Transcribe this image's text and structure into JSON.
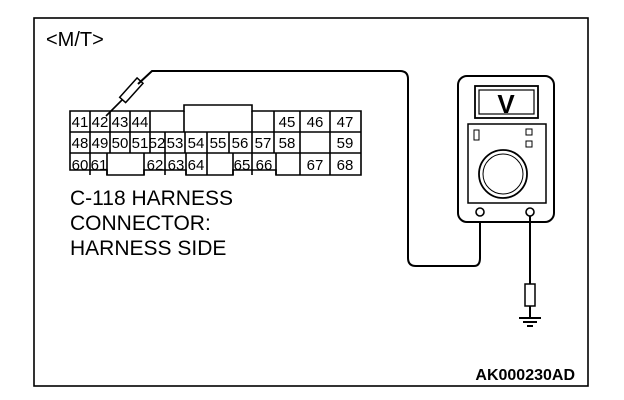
{
  "mode_label": "<M/T>",
  "connector": {
    "rows": [
      [
        "41",
        "42",
        "43",
        "44",
        "45",
        "46",
        "47"
      ],
      [
        "48",
        "49",
        "50",
        "51",
        "52",
        "53",
        "54",
        "55",
        "56",
        "57",
        "58",
        "59"
      ],
      [
        "60",
        "61",
        "62",
        "63",
        "64",
        "65",
        "66",
        "67",
        "68"
      ]
    ],
    "probe_pin": "42"
  },
  "caption_lines": [
    "C-118 HARNESS",
    "CONNECTOR:",
    "HARNESS SIDE"
  ],
  "meter": {
    "display_symbol": "V"
  },
  "figure_code": "AK000230AD"
}
